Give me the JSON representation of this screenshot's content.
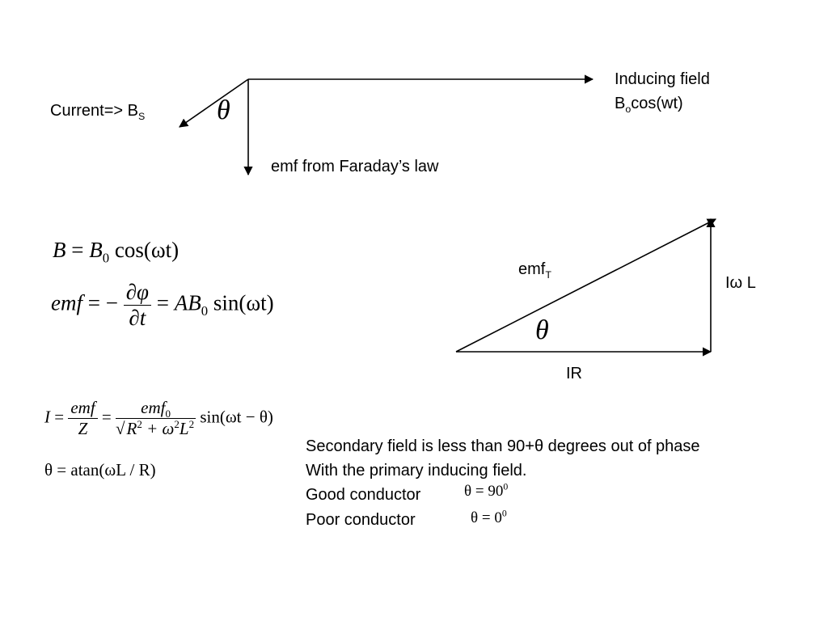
{
  "top_diagram": {
    "inducing_field_line1": "Inducing field",
    "inducing_field_B": "B",
    "inducing_field_sub": "o",
    "inducing_field_rest": "cos(wt)",
    "current_label": "Current=> B",
    "current_sub": "S",
    "theta": "θ",
    "emf_label": "emf from Faraday’s law"
  },
  "triangle": {
    "hypotenuse_label": "emf",
    "hypotenuse_sub": "T",
    "vertical_label": "Iω L",
    "base_label": "IR",
    "theta": "θ"
  },
  "equations": {
    "eq1": {
      "lhs": "B",
      "eq": "=",
      "b": "B",
      "b_sub": "0",
      "rest": "cos(ωt)"
    },
    "eq2": {
      "lhs": "emf",
      "eq1": "= −",
      "num": "∂φ",
      "den": "∂t",
      "eq2": "=",
      "ab": "AB",
      "ab_sub": "0",
      "rest": "sin(ωt)"
    },
    "eq3": {
      "lhs": "I",
      "eq1": "=",
      "f1_num": "emf",
      "f1_den": "Z",
      "eq2": "=",
      "f2_num": "emf",
      "f2_num_sub": "0",
      "f2_den_R": "R",
      "f2_den_sup1": "2",
      "f2_den_plus": " + ω",
      "f2_den_sup2": "2",
      "f2_den_L": "L",
      "f2_den_sup3": "2",
      "rest": "sin(ωt − θ)"
    },
    "eq4": {
      "text": "θ = atan(ωL / R)"
    }
  },
  "notes": {
    "line1": "Secondary field is less than 90+θ degrees out of phase",
    "line2": "With the primary inducing field.",
    "good_label": "Good conductor",
    "good_eq": "θ = 90",
    "good_sup": "0",
    "poor_label": "Poor conductor",
    "poor_eq": "θ = 0",
    "poor_sup": "0"
  }
}
